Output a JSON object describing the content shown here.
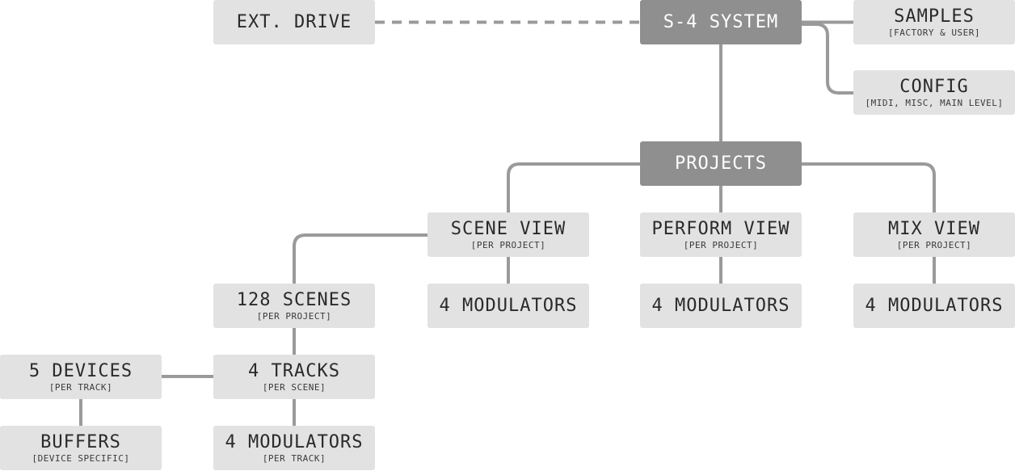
{
  "colors": {
    "node_light": "#e2e2e2",
    "node_dark": "#8f8f8f",
    "connector": "#9a9a9a",
    "text_dark": "#2a2a2a",
    "text_light": "#ffffff"
  },
  "nodes": {
    "ext_drive": {
      "title": "EXT. DRIVE",
      "sub": ""
    },
    "s4_system": {
      "title": "S-4 SYSTEM",
      "sub": ""
    },
    "samples": {
      "title": "SAMPLES",
      "sub": "[FACTORY & USER]"
    },
    "config": {
      "title": "CONFIG",
      "sub": "[MIDI, MISC, MAIN LEVEL]"
    },
    "projects": {
      "title": "PROJECTS",
      "sub": ""
    },
    "scene_view": {
      "title": "SCENE VIEW",
      "sub": "[PER PROJECT]"
    },
    "perform_view": {
      "title": "PERFORM VIEW",
      "sub": "[PER PROJECT]"
    },
    "mix_view": {
      "title": "MIX VIEW",
      "sub": "[PER PROJECT]"
    },
    "scene_mods": {
      "title": "4 MODULATORS",
      "sub": ""
    },
    "perform_mods": {
      "title": "4 MODULATORS",
      "sub": ""
    },
    "mix_mods": {
      "title": "4 MODULATORS",
      "sub": ""
    },
    "scenes": {
      "title": "128 SCENES",
      "sub": "[PER PROJECT]"
    },
    "tracks": {
      "title": "4 TRACKS",
      "sub": "[PER SCENE]"
    },
    "devices": {
      "title": "5 DEVICES",
      "sub": "[PER TRACK]"
    },
    "buffers": {
      "title": "BUFFERS",
      "sub": "[DEVICE SPECIFIC]"
    },
    "track_mods": {
      "title": "4 MODULATORS",
      "sub": "[PER TRACK]"
    }
  }
}
